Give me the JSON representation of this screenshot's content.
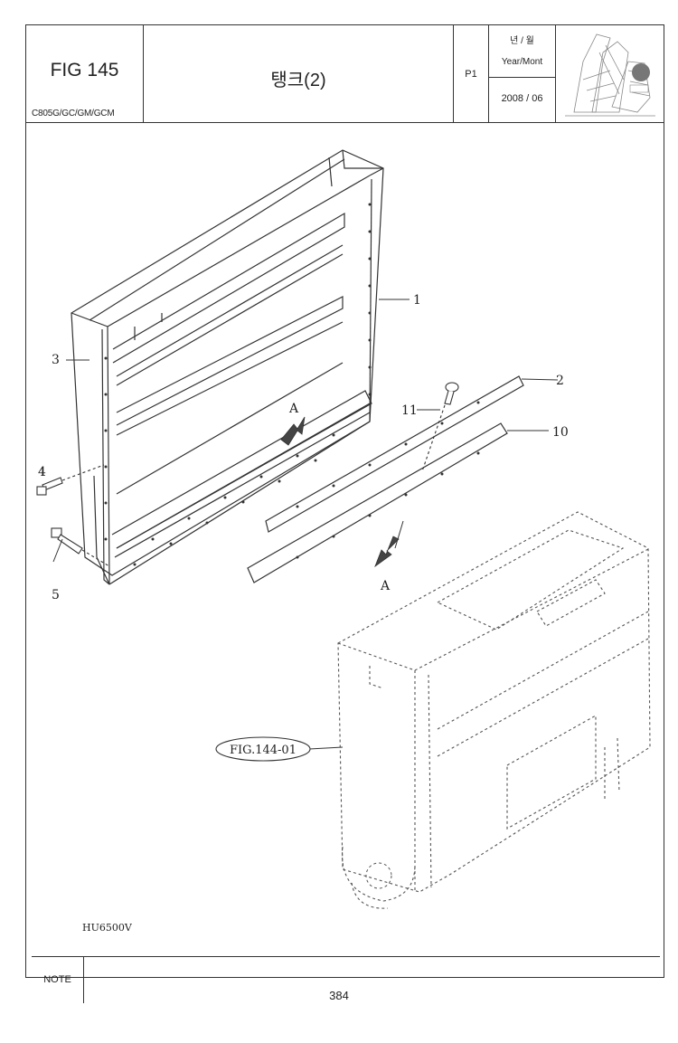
{
  "header": {
    "fig_label": "FIG 145",
    "models": "C805G/GC/GM/GCM",
    "title": "탱크(2)",
    "page": "P1",
    "date_label_ko": "년 / 월",
    "date_label_en": "Year/Mont",
    "date_value": "2008 / 06"
  },
  "callouts": {
    "c1": "1",
    "c2": "2",
    "c3": "3",
    "c4": "4",
    "c5": "5",
    "c10": "10",
    "c11": "11",
    "view_a_top": "A",
    "view_a_bottom": "A",
    "fig_ref": "FIG.144-01"
  },
  "drawing_code": "HU6500V",
  "note_label": "NOTE",
  "page_number": "384"
}
